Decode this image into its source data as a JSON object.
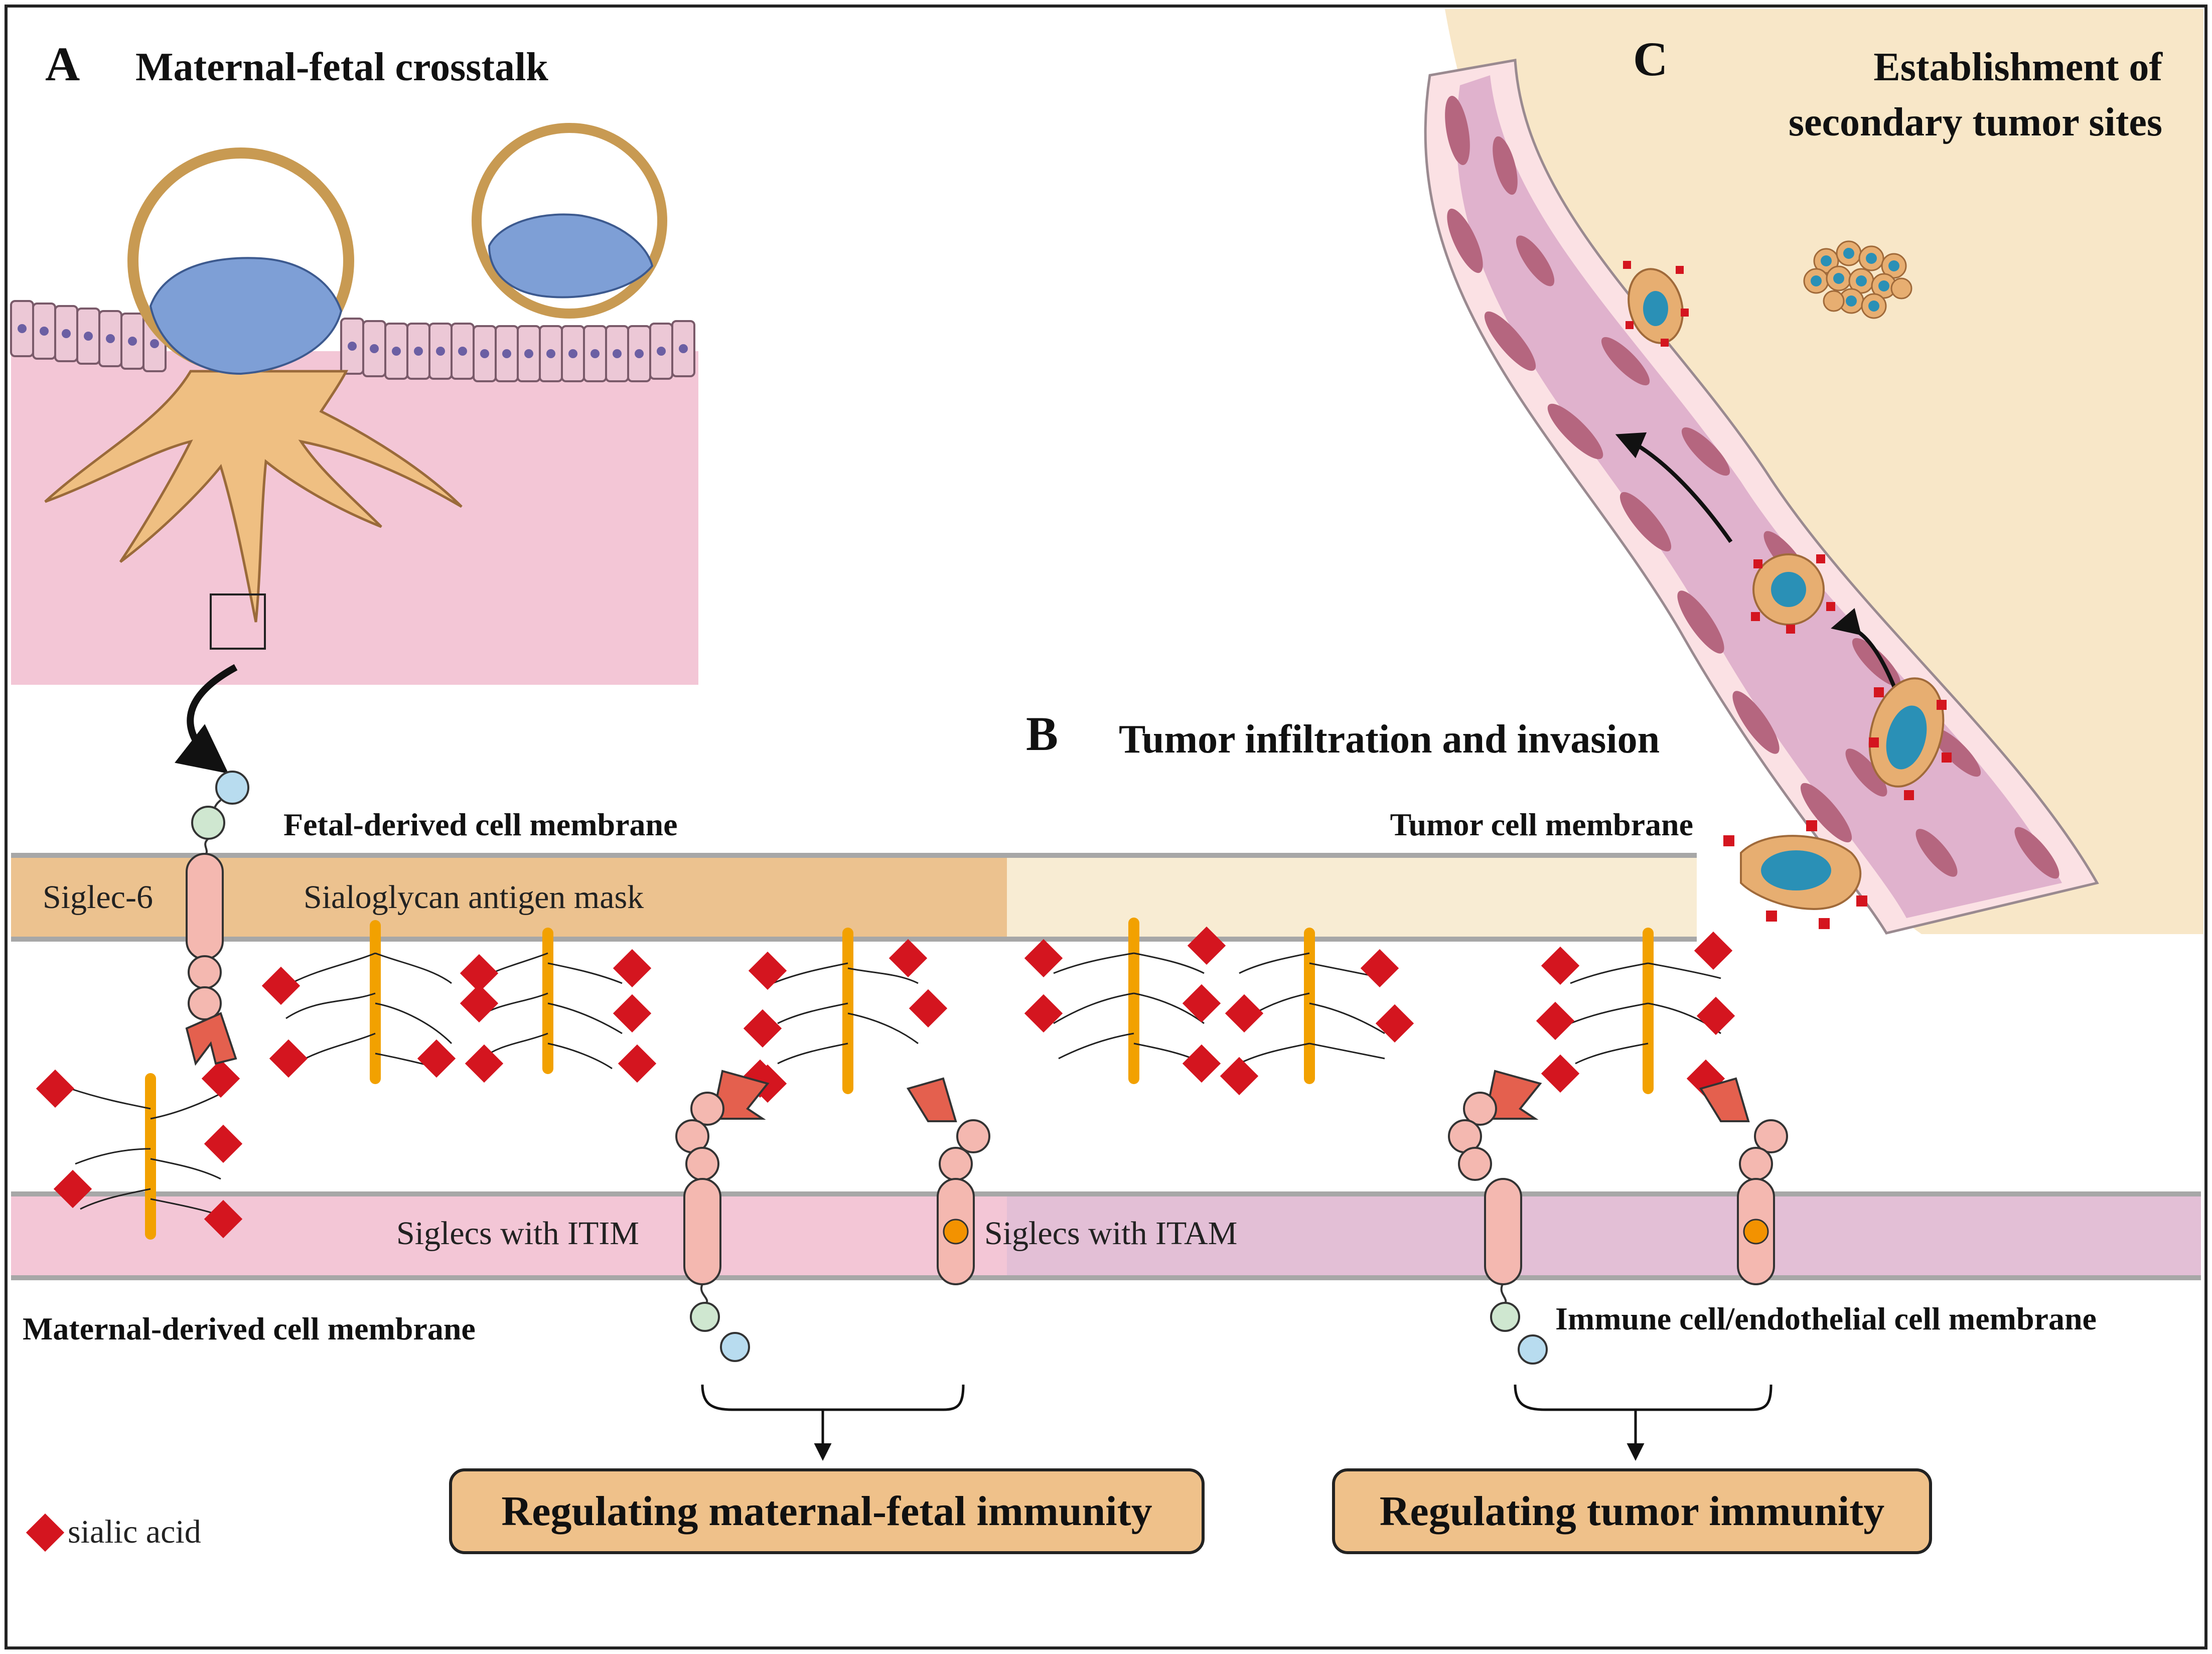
{
  "panels": {
    "a": {
      "letter": "A",
      "title": "Maternal-fetal crosstalk"
    },
    "b": {
      "letter": "B",
      "title": "Tumor infiltration and invasion"
    },
    "c": {
      "letter": "C",
      "title_line1": "Establishment of",
      "title_line2": "secondary tumor sites"
    }
  },
  "labels": {
    "fetal_membrane": "Fetal-derived cell membrane",
    "tumor_membrane": "Tumor cell membrane",
    "maternal_membrane": "Maternal-derived cell membrane",
    "immune_membrane": "Immune cell/endothelial cell membrane",
    "siglec6": "Siglec-6",
    "antigen_mask": "Sialoglycan antigen mask",
    "itim": "Siglecs with ITIM",
    "itam": "Siglecs with ITAM"
  },
  "outcomes": {
    "maternal_fetal": "Regulating maternal-fetal immunity",
    "tumor": "Regulating tumor immunity"
  },
  "legend": {
    "sialic_acid": "sialic acid"
  },
  "colors": {
    "fetal_band": "#ecc28f",
    "tumor_band": "#f8ecd3",
    "maternal_band": "#f3c6d6",
    "immune_band": "#e3bfd6",
    "sialic_acid": "#d4151f",
    "siglec_body": "#f4b8b0",
    "siglec_lectin": "#e4604e",
    "itam_dot": "#f39200",
    "glycoprotein": "#f2a100",
    "outcome_box": "#efc18a",
    "tissue_pink": "#f3c6d6",
    "trophoblast": "#efbf82",
    "inner_cells": "#7e9fd6",
    "vessel": "#e0b2cd",
    "tumor_nucleus": "#2a90b6",
    "background_c": "#f8e7c8"
  }
}
